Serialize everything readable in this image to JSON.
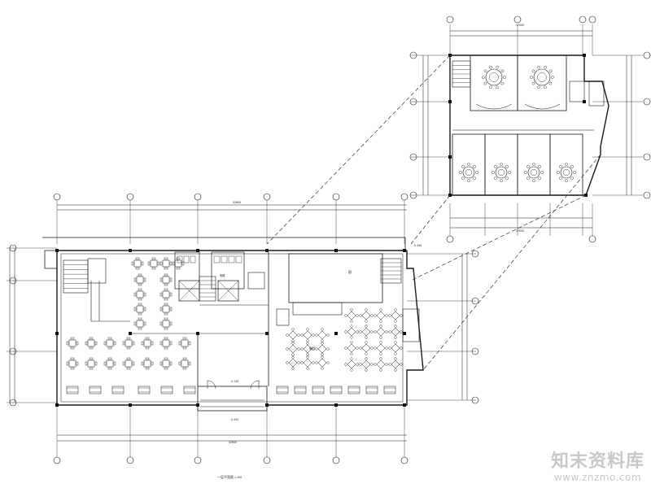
{
  "plan_title": "一层平面图",
  "plan_scale": "1:100",
  "labels": {
    "total_top": "42600",
    "total_bottom": "42600",
    "inset_total_top": "17000",
    "inset_total_bottom": "17000",
    "room_label_main": "餐厅",
    "room_label_right": "厨",
    "lift": "电梯",
    "elev_entry": "-0.450",
    "elev_side": "-0.450",
    "elev_step": "-0.150"
  },
  "watermark": {
    "brand": "知末资料库",
    "url": "www.znzmo.com"
  }
}
